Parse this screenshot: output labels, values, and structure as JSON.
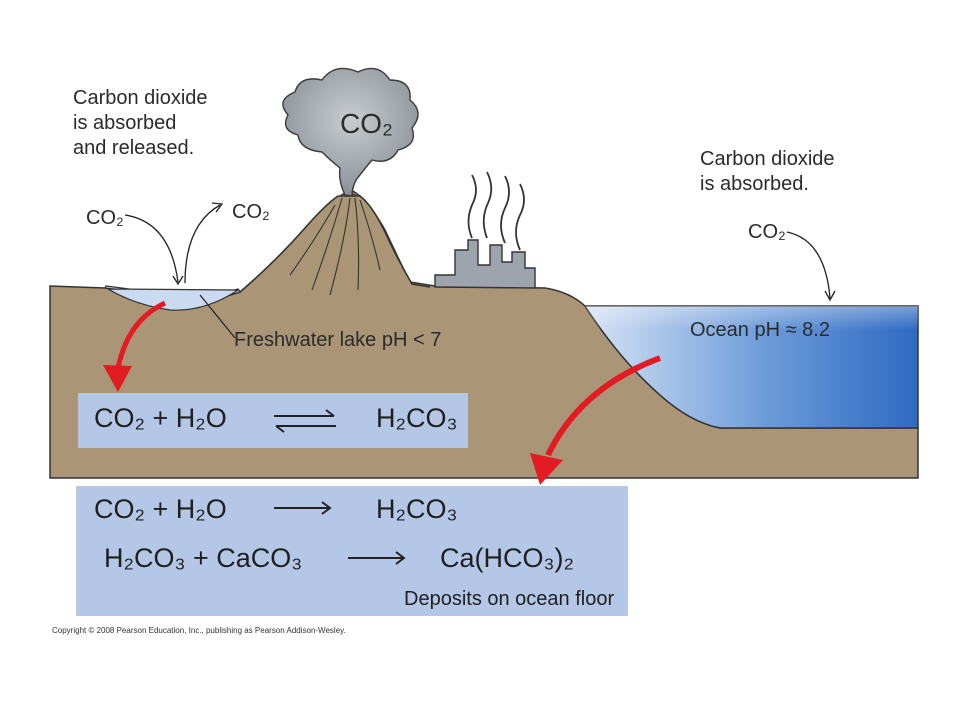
{
  "labels": {
    "lake_note_line1": "Carbon dioxide",
    "lake_note_line2": "is absorbed",
    "lake_note_line3": "and released.",
    "ocean_note_line1": "Carbon dioxide",
    "ocean_note_line2": "is absorbed.",
    "lake_ph": "Freshwater lake pH < 7",
    "ocean_ph": "Ocean pH ≈ 8.2",
    "deposits": "Deposits on ocean floor",
    "copyright": "Copyright © 2008 Pearson Education, Inc., publishing as Pearson Addison-Wesley."
  },
  "formulas": {
    "co2_in_lake": "CO₂",
    "co2_out_lake": "CO₂",
    "co2_volcano": "CO₂",
    "co2_ocean": "CO₂",
    "eq1_left": "CO₂ + H₂O",
    "eq1_right": "H₂CO₃",
    "eq2_left": "CO₂ + H₂O",
    "eq2_right": "H₂CO₃",
    "eq3_left": "H₂CO₃ + CaCO₃",
    "eq3_right": "Ca(HCO₃)₂"
  },
  "colors": {
    "land": "#aa9576",
    "water": "#3e79cc",
    "equation_box": "#b4c7e6",
    "arrow_red": "#e31b23",
    "smoke": "#9aa0a6"
  }
}
